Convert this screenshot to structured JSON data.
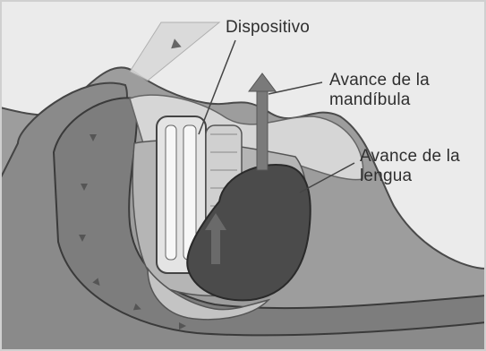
{
  "labels": {
    "device": "Dispositivo",
    "jaw_advance_line1": "Avance de la",
    "jaw_advance_line2": "mandíbula",
    "tongue_advance_line1": "Avance de la",
    "tongue_advance_line2": "lengua"
  },
  "colors": {
    "background": "#ececec",
    "outer_tissue": "#9a9a9a",
    "inner_tissue": "#7c7c7c",
    "tongue": "#4a4a4a",
    "device": "#e2e2e2",
    "arrow": "#7a7a7a",
    "text": "#2f2f2f"
  }
}
